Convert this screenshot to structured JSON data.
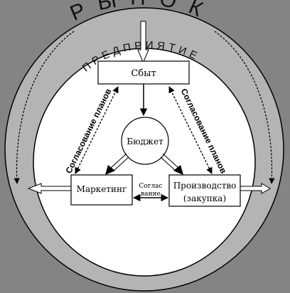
{
  "outer_ring": {
    "label": "РЫНОК"
  },
  "inner_ring": {
    "label": "ПРЕДПРИЯТИЕ"
  },
  "nodes": {
    "sales": "Сбыт",
    "budget": "Бюджет",
    "marketing": "Маркетинг",
    "production_line1": "Производство",
    "production_line2": "(закупка)"
  },
  "edges": {
    "left_diagonal": "Согласование планов",
    "right_diagonal": "Согласование планов",
    "bottom_line1": "Соглас",
    "bottom_line2": "вание"
  },
  "colors": {
    "background": "#848484",
    "outer_ring": "#b4b4b4",
    "inner_field": "#ffffff",
    "stroke": "#000000"
  }
}
